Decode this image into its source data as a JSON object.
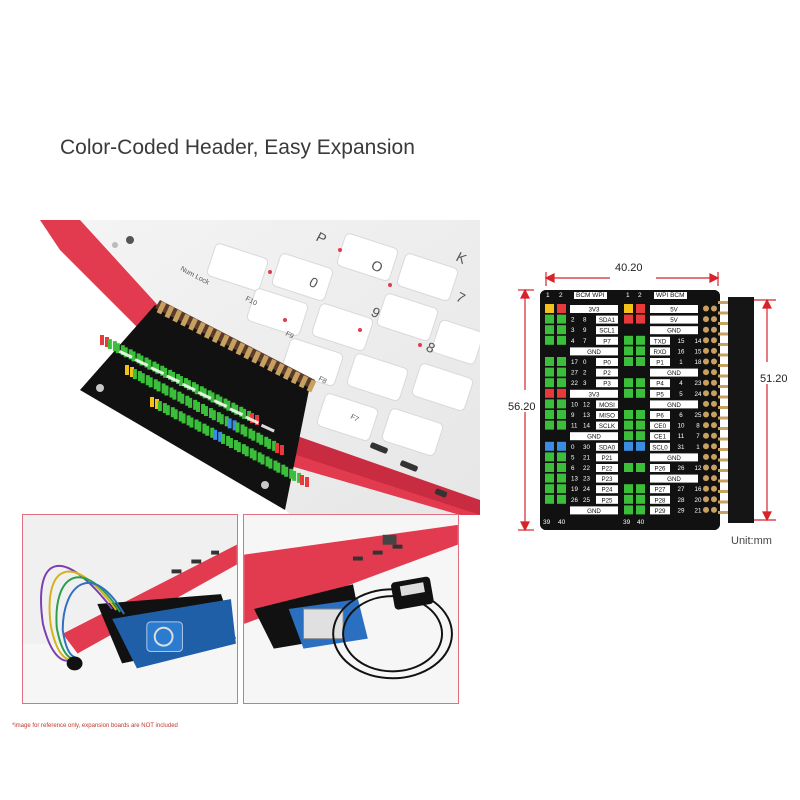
{
  "headline": "Color-Coded Header, Easy Expansion",
  "footnote": "*image for reference only, expansion boards are NOT included",
  "dimensions": {
    "width": "40.20",
    "height_left": "56.20",
    "height_right": "51.20",
    "unit": "Unit:mm"
  },
  "board": {
    "pin_start_1": "1",
    "pin_start_2": "2",
    "pin_end_1": "39",
    "pin_end_2": "40",
    "left_header": "BCM WPI",
    "right_header": "WPI BCM",
    "left_rows": [
      {
        "bcm": "",
        "wpi": "",
        "name": "3V3"
      },
      {
        "bcm": "2",
        "wpi": "8",
        "name": "SDA1"
      },
      {
        "bcm": "3",
        "wpi": "9",
        "name": "SCL1"
      },
      {
        "bcm": "4",
        "wpi": "7",
        "name": "P7"
      },
      {
        "bcm": "",
        "wpi": "",
        "name": "GND"
      },
      {
        "bcm": "17",
        "wpi": "0",
        "name": "P0"
      },
      {
        "bcm": "27",
        "wpi": "2",
        "name": "P2"
      },
      {
        "bcm": "22",
        "wpi": "3",
        "name": "P3"
      },
      {
        "bcm": "",
        "wpi": "",
        "name": "3V3"
      },
      {
        "bcm": "10",
        "wpi": "12",
        "name": "MOSI"
      },
      {
        "bcm": "9",
        "wpi": "13",
        "name": "MISO"
      },
      {
        "bcm": "11",
        "wpi": "14",
        "name": "SCLK"
      },
      {
        "bcm": "",
        "wpi": "",
        "name": "GND"
      },
      {
        "bcm": "0",
        "wpi": "30",
        "name": "SDA0"
      },
      {
        "bcm": "5",
        "wpi": "21",
        "name": "P21"
      },
      {
        "bcm": "6",
        "wpi": "22",
        "name": "P22"
      },
      {
        "bcm": "13",
        "wpi": "23",
        "name": "P23"
      },
      {
        "bcm": "19",
        "wpi": "24",
        "name": "P24"
      },
      {
        "bcm": "26",
        "wpi": "25",
        "name": "P25"
      },
      {
        "bcm": "",
        "wpi": "",
        "name": "GND"
      }
    ],
    "right_rows": [
      {
        "name": "5V",
        "wpi": "",
        "bcm": ""
      },
      {
        "name": "5V",
        "wpi": "",
        "bcm": ""
      },
      {
        "name": "GND",
        "wpi": "",
        "bcm": ""
      },
      {
        "name": "TXD",
        "wpi": "15",
        "bcm": "14"
      },
      {
        "name": "RXD",
        "wpi": "16",
        "bcm": "15"
      },
      {
        "name": "P1",
        "wpi": "1",
        "bcm": "18"
      },
      {
        "name": "GND",
        "wpi": "",
        "bcm": ""
      },
      {
        "name": "P4",
        "wpi": "4",
        "bcm": "23"
      },
      {
        "name": "P5",
        "wpi": "5",
        "bcm": "24"
      },
      {
        "name": "GND",
        "wpi": "",
        "bcm": ""
      },
      {
        "name": "P6",
        "wpi": "6",
        "bcm": "25"
      },
      {
        "name": "CE0",
        "wpi": "10",
        "bcm": "8"
      },
      {
        "name": "CE1",
        "wpi": "11",
        "bcm": "7"
      },
      {
        "name": "SCL0",
        "wpi": "31",
        "bcm": "1"
      },
      {
        "name": "GND",
        "wpi": "",
        "bcm": ""
      },
      {
        "name": "P26",
        "wpi": "26",
        "bcm": "12"
      },
      {
        "name": "GND",
        "wpi": "",
        "bcm": ""
      },
      {
        "name": "P27",
        "wpi": "27",
        "bcm": "16"
      },
      {
        "name": "P28",
        "wpi": "28",
        "bcm": "20"
      },
      {
        "name": "P29",
        "wpi": "29",
        "bcm": "21"
      }
    ]
  },
  "keyboard_keys": [
    "F10",
    "F9",
    "F8",
    "F7",
    "Num Lock",
    "0",
    "9",
    "8",
    "7",
    "O",
    "P",
    "K"
  ],
  "colors": {
    "pcb": "#111111",
    "keyboard_red": "#e23a4f",
    "pin_green": "#3bbf3b",
    "pin_red": "#e83a3a",
    "pin_yellow": "#f2c21b",
    "pin_blue": "#3a8de0",
    "dim_line": "#d8232a"
  }
}
